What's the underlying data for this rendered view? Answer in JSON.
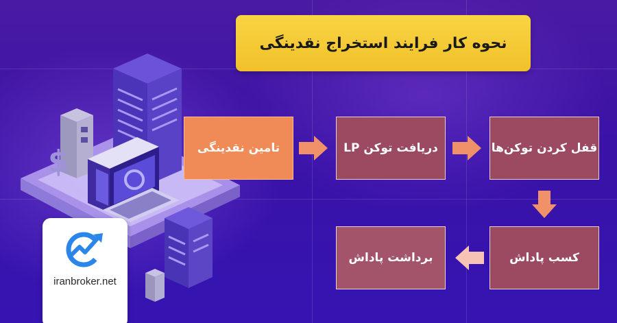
{
  "title": "نحوه کار فرایند استخراج نقدینگی",
  "steps": [
    {
      "id": "step1",
      "label": "تامین نقدینگی"
    },
    {
      "id": "step2",
      "label": "دریافت توکن LP"
    },
    {
      "id": "step3",
      "label": "قفل کردن توکن‌ها"
    },
    {
      "id": "step4",
      "label": "کسب پاداش"
    },
    {
      "id": "step5",
      "label": "برداشت پاداش"
    }
  ],
  "logo": {
    "text": "iranbroker.net"
  },
  "colors": {
    "title_bg": "#f2c52f",
    "step1_bg": "#f08a56",
    "step_bg": "#9b4a62",
    "arrow": "#f0916a",
    "arrow_light": "#f6c3b5",
    "logo_blue": "#2a86e8"
  }
}
